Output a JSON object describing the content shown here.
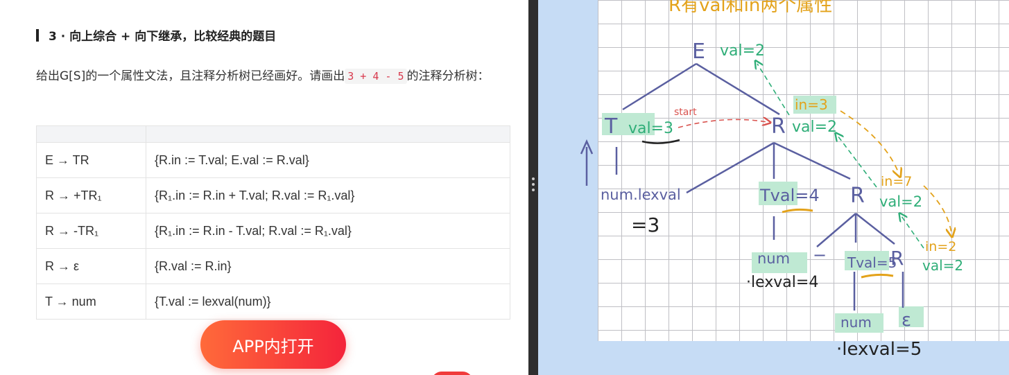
{
  "left": {
    "heading": "3 · 向上综合 + 向下继承，比较经典的题目",
    "intro_before": "给出G[S]的一个属性文法，且注释分析树已经画好。请画出",
    "intro_code": "3 + 4 - 5",
    "intro_after": "的注释分析树：",
    "table": {
      "header": [
        "",
        ""
      ],
      "rows": [
        {
          "production": "E → TR",
          "rule": "{R.in := T.val;     E.val := R.val}"
        },
        {
          "production": "R → +TR₁",
          "rule": "{R₁.in := R.in + T.val;     R.val := R₁.val}"
        },
        {
          "production": "R → -TR₁",
          "rule": "{R₁.in := R.in - T.val;     R.val := R₁.val}"
        },
        {
          "production": "R → ε",
          "rule": "{R.val := R.in}"
        },
        {
          "production": "T → num",
          "rule": "{T.val := lexval(num)}"
        }
      ]
    },
    "app_button": "APP内打开"
  },
  "right": {
    "title_note": "R有val和in两个属性",
    "nodes": {
      "E": "E",
      "E_val": "val=2",
      "T1": "T",
      "T1_val": "val=3",
      "start": "start",
      "R1": "R",
      "R1_in": "in=3",
      "R1_val": "val=2",
      "num1": "num.lexval",
      "num1_eq": "=3",
      "T2_val": "Tval=4",
      "R2": "R",
      "R2_in": "in=7",
      "R2_val": "val=2",
      "num2": "num",
      "minus": "−",
      "num2_lex": "·lexval=4",
      "T3_val": "Tval=5",
      "R3": "R",
      "R3_in": "in=2",
      "R3_val": "val=2",
      "num3": "num",
      "eps": "ε",
      "num3_lex": "·lexval=5"
    },
    "colors": {
      "ink": "#5a5fa0",
      "green": "#2fae78",
      "orange": "#e3a21a",
      "red": "#d9534f",
      "highlight": "#bfe9d3"
    }
  }
}
